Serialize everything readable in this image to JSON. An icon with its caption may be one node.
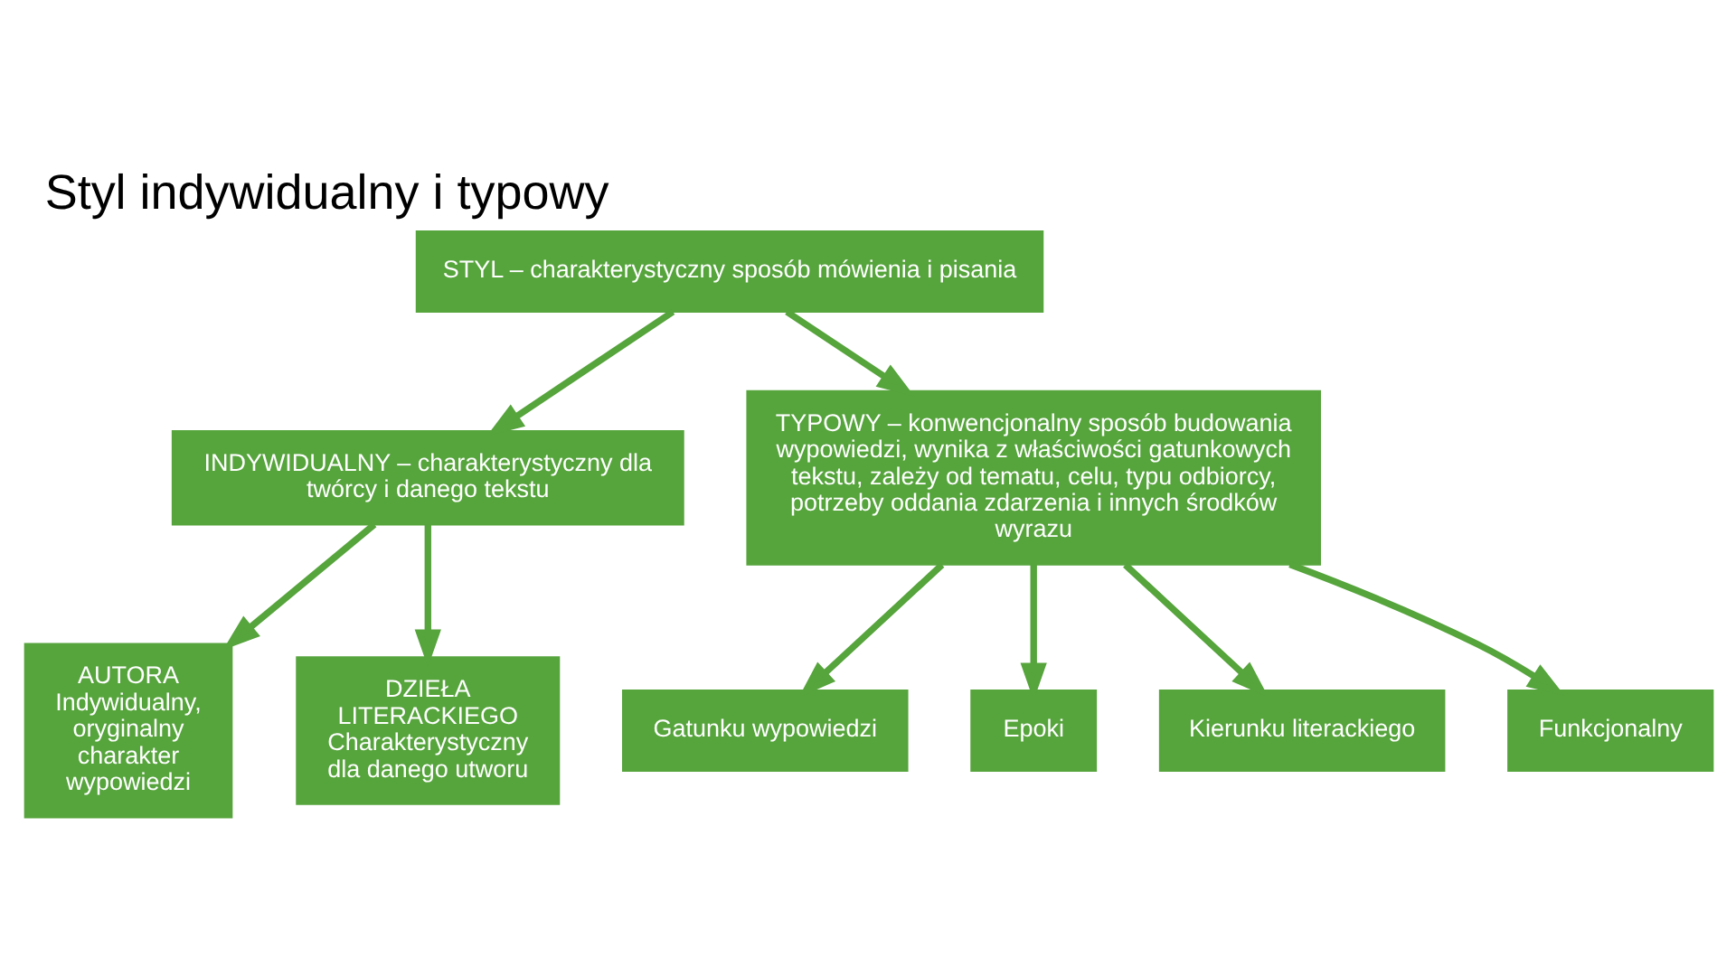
{
  "diagram": {
    "title": "Styl indywidualny i typowy",
    "nodes": [
      {
        "text": [
          "STYL – charakterystyczny sposób mówienia i pisania"
        ]
      },
      {
        "text": [
          "INDYWIDUALNY – charakterystyczny dla twórcy i danego tekstu"
        ]
      },
      {
        "text": [
          "TYPOWY – konwencjonalny sposób budowania wypowiedzi, wynika z właściwości gatunkowych tekstu, zależy od tematu, celu, typu odbiorcy, potrzeby oddania zdarzenia i innych środków wyrazu"
        ]
      },
      {
        "text": [
          "AUTORA",
          "Indywidualny, oryginalny charakter wypowiedzi"
        ]
      },
      {
        "text": [
          "DZIEŁA LITERACKIEGO",
          "Charakterystyczny dla danego utworu"
        ]
      },
      {
        "text": [
          "Gatunku wypowiedzi"
        ]
      },
      {
        "text": [
          "Epoki"
        ]
      },
      {
        "text": [
          "Kierunku literackiego"
        ]
      },
      {
        "text": [
          "Funkcjonalny"
        ]
      }
    ],
    "edges": [
      {
        "from": 0,
        "to": 1,
        "arrow": "to"
      },
      {
        "from": 0,
        "to": 2,
        "arrow": "to"
      },
      {
        "from": 1,
        "to": 3,
        "arrow": "to"
      },
      {
        "from": 1,
        "to": 4,
        "arrow": "to"
      },
      {
        "from": 2,
        "to": 5,
        "arrow": "to"
      },
      {
        "from": 2,
        "to": 6,
        "arrow": "to"
      },
      {
        "from": 2,
        "to": 7,
        "arrow": "to"
      },
      {
        "from": 2,
        "to": 8,
        "arrow": "to"
      }
    ]
  }
}
